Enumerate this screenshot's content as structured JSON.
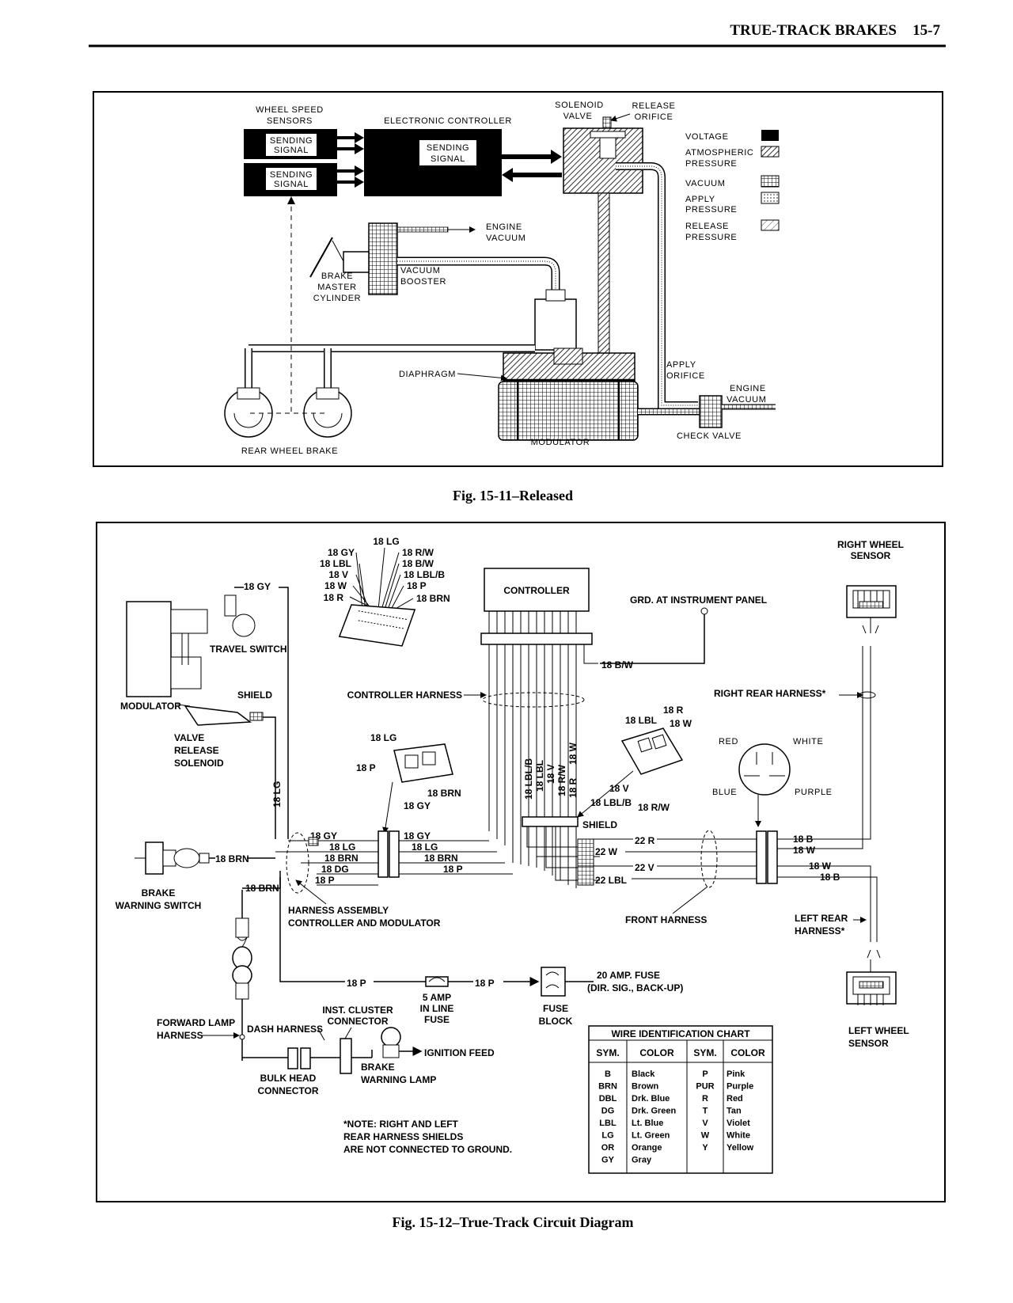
{
  "header": {
    "title": "TRUE-TRACK BRAKES",
    "page": "15-7"
  },
  "fig1": {
    "caption": "Fig. 15-11–Released",
    "wheel_speed_sensors": [
      "WHEEL SPEED",
      "SENSORS"
    ],
    "sending_signal": [
      "SENDING",
      "SIGNAL"
    ],
    "electronic_controller": "ELECTRONIC CONTROLLER",
    "solenoid_valve": [
      "SOLENOID",
      "VALVE"
    ],
    "release_orifice": [
      "RELEASE",
      "ORIFICE"
    ],
    "engine_vacuum": [
      "ENGINE",
      "VACUUM"
    ],
    "vacuum_booster": [
      "VACUUM",
      "BOOSTER"
    ],
    "brake_master_cylinder": [
      "BRAKE",
      "MASTER",
      "CYLINDER"
    ],
    "diaphragm": "DIAPHRAGM",
    "apply_orifice": [
      "APPLY",
      "ORIFICE"
    ],
    "modulator": "MODULATOR",
    "check_valve": "CHECK VALVE",
    "rear_wheel_brake": "REAR WHEEL BRAKE",
    "legend": [
      {
        "label": [
          "VOLTAGE"
        ],
        "pattern": "solid"
      },
      {
        "label": [
          "ATMOSPHERIC",
          "PRESSURE"
        ],
        "pattern": "hatch"
      },
      {
        "label": [
          "VACUUM"
        ],
        "pattern": "grid"
      },
      {
        "label": [
          "APPLY",
          "PRESSURE"
        ],
        "pattern": "dots"
      },
      {
        "label": [
          "RELEASE",
          "PRESSURE"
        ],
        "pattern": "light-hatch"
      }
    ]
  },
  "fig2": {
    "caption": "Fig. 15-12–True-Track Circuit Diagram",
    "controller": "CONTROLLER",
    "grd": "GRD. AT INSTRUMENT PANEL",
    "right_wheel_sensor": [
      "RIGHT WHEEL",
      "SENSOR"
    ],
    "left_wheel_sensor": [
      "LEFT WHEEL",
      "SENSOR"
    ],
    "travel_switch": "TRAVEL SWITCH",
    "modulator": "MODULATOR",
    "shield": "SHIELD",
    "valve_release_solenoid": [
      "VALVE",
      "RELEASE",
      "SOLENOID"
    ],
    "controller_harness": "CONTROLLER HARNESS",
    "right_rear_harness": "RIGHT REAR HARNESS*",
    "left_rear_harness": [
      "LEFT REAR",
      "HARNESS*"
    ],
    "front_harness": "FRONT HARNESS",
    "harness_assembly": [
      "HARNESS ASSEMBLY",
      "CONTROLLER AND MODULATOR"
    ],
    "brake_warning_switch": [
      "BRAKE",
      "WARNING SWITCH"
    ],
    "forward_lamp_harness": [
      "FORWARD LAMP",
      "HARNESS"
    ],
    "dash_harness": "DASH HARNESS",
    "bulk_head_connector": [
      "BULK HEAD",
      "CONNECTOR"
    ],
    "inst_cluster_connector": [
      "INST. CLUSTER",
      "CONNECTOR"
    ],
    "brake_warning_lamp": [
      "BRAKE",
      "WARNING LAMP"
    ],
    "ignition_feed": "IGNITION FEED",
    "in_line_fuse": [
      "5 AMP",
      "IN LINE",
      "FUSE"
    ],
    "fuse_block": [
      "FUSE",
      "BLOCK"
    ],
    "amp_fuse": [
      "20 AMP. FUSE",
      "(DIR. SIG., BACK-UP)"
    ],
    "note": [
      "*NOTE: RIGHT AND LEFT",
      "REAR HARNESS SHIELDS",
      "ARE NOT CONNECTED TO GROUND."
    ],
    "colors": {
      "red": "RED",
      "white": "WHITE",
      "blue": "BLUE",
      "purple": "PURPLE"
    },
    "connector_wires": [
      "18 LG",
      "18 GY",
      "18 LBL",
      "18 V",
      "18 W",
      "18 R",
      "18 R/W",
      "18 B/W",
      "18 LBL/B",
      "18 P",
      "18 BRN"
    ],
    "wire_labels": {
      "gy": "18 GY",
      "lg": "18 LG",
      "brn": "18 BRN",
      "dg": "18 DG",
      "p": "18 P",
      "bw": "18 B/W",
      "r": "18 R",
      "lbl": "18 LBL",
      "w": "18 W",
      "v": "18 V",
      "lblb": "18 LBL/B",
      "rw": "18 R/W",
      "b": "18 B",
      "r22": "22 R",
      "w22": "22 W",
      "v22": "22 V",
      "lbl22": "22 LBL"
    },
    "bundle_labels": [
      "18 LBL/B",
      "18 LBL",
      "18 V",
      "18 R/W",
      "18 W",
      "18 R"
    ],
    "wire_chart": {
      "title": "WIRE IDENTIFICATION CHART",
      "headers": [
        "SYM.",
        "COLOR",
        "SYM.",
        "COLOR"
      ],
      "left": [
        [
          "B",
          "Black"
        ],
        [
          "BRN",
          "Brown"
        ],
        [
          "DBL",
          "Drk. Blue"
        ],
        [
          "DG",
          "Drk. Green"
        ],
        [
          "LBL",
          "Lt. Blue"
        ],
        [
          "LG",
          "Lt. Green"
        ],
        [
          "OR",
          "Orange"
        ],
        [
          "GY",
          "Gray"
        ]
      ],
      "right": [
        [
          "P",
          "Pink"
        ],
        [
          "PUR",
          "Purple"
        ],
        [
          "R",
          "Red"
        ],
        [
          "T",
          "Tan"
        ],
        [
          "V",
          "Violet"
        ],
        [
          "W",
          "White"
        ],
        [
          "Y",
          "Yellow"
        ]
      ]
    }
  }
}
